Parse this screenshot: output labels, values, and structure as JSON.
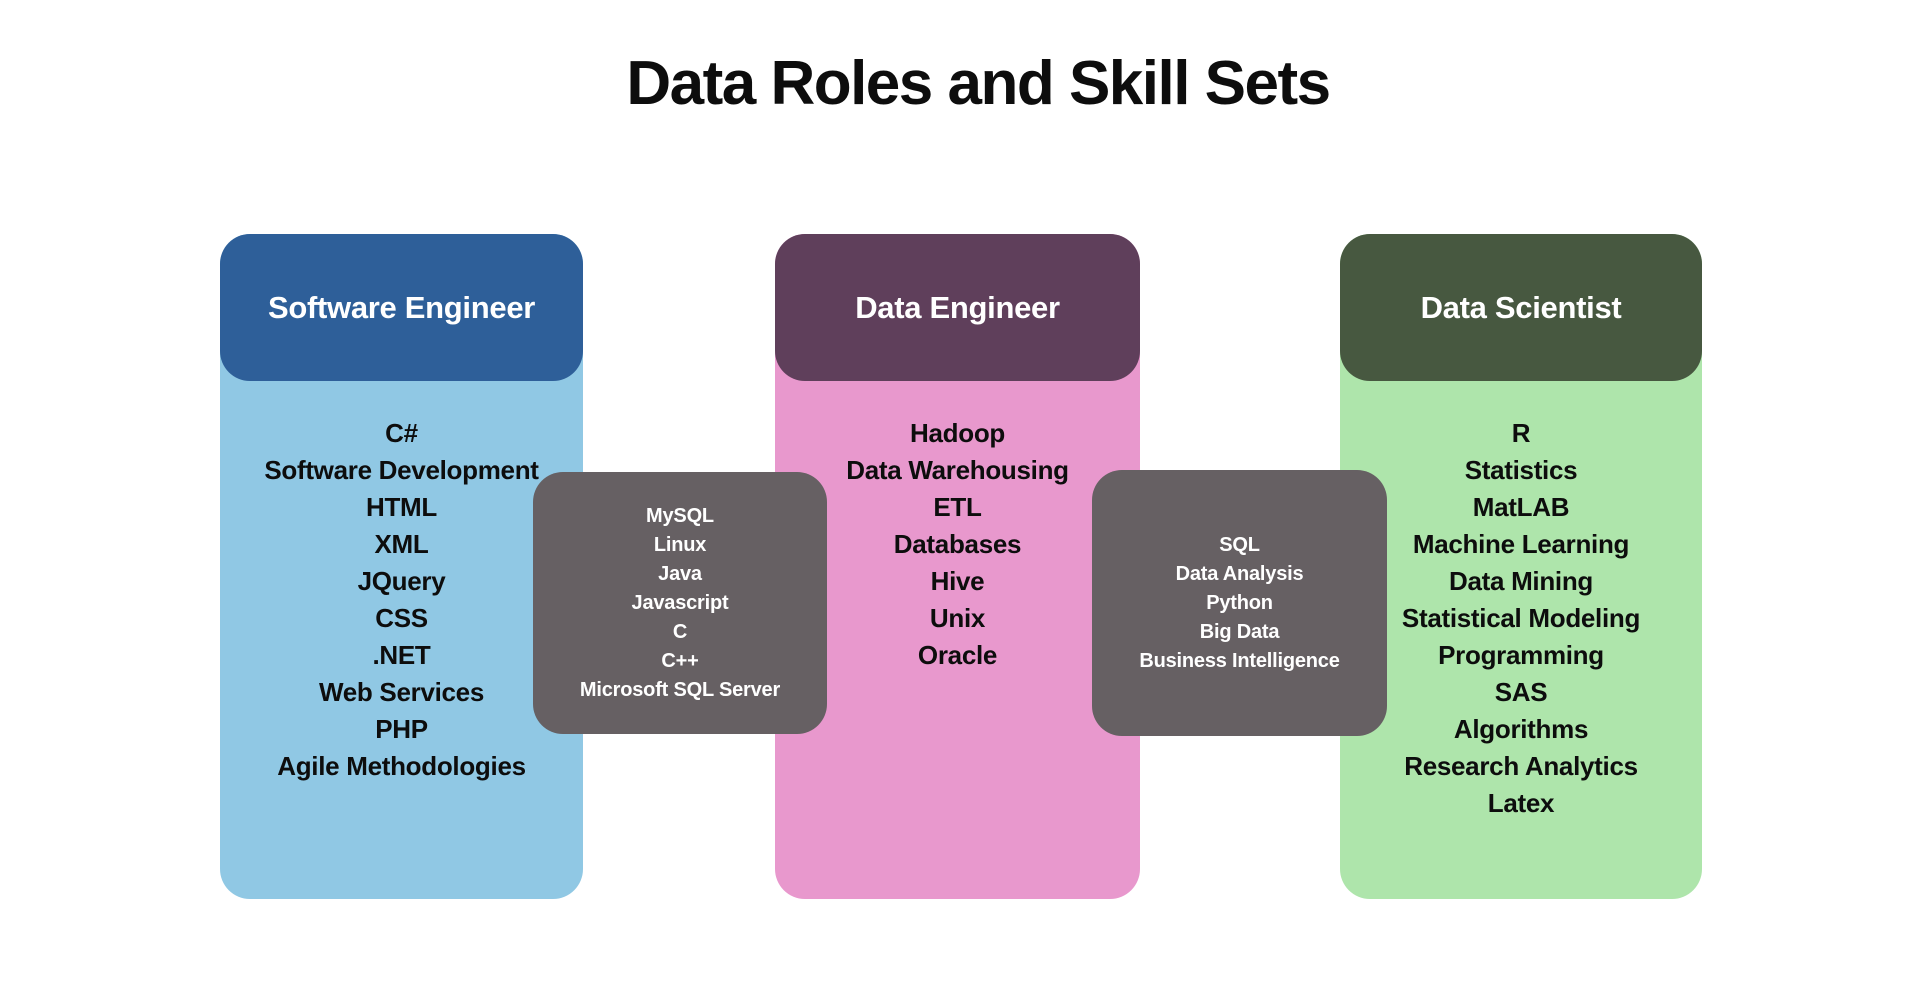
{
  "page": {
    "title": "Data Roles and Skill Sets",
    "background_color": "#ffffff",
    "text_color": "#0d0d0d"
  },
  "roles": [
    {
      "name": "Software Engineer",
      "header_color": "#2e5f99",
      "body_color": "#90c8e4",
      "skills": [
        "C#",
        "Software Development",
        "HTML",
        "XML",
        "JQuery",
        "CSS",
        ".NET",
        "Web Services",
        "PHP",
        "Agile Methodologies"
      ]
    },
    {
      "name": "Data Engineer",
      "header_color": "#5f3f5b",
      "body_color": "#e898cd",
      "skills": [
        "Hadoop",
        "Data Warehousing",
        "ETL",
        "Databases",
        "Hive",
        "Unix",
        "Oracle"
      ]
    },
    {
      "name": "Data Scientist",
      "header_color": "#475840",
      "body_color": "#aee5ab",
      "skills": [
        "R",
        "Statistics",
        "MatLAB",
        "Machine Learning",
        "Data Mining",
        "Statistical Modeling",
        "Programming",
        "SAS",
        "Algorithms",
        "Research Analytics",
        "Latex"
      ]
    }
  ],
  "shared_skill_boxes": [
    {
      "box_color": "#666063",
      "text_color": "#ffffff",
      "skills": [
        "MySQL",
        "Linux",
        "Java",
        "Javascript",
        "C",
        "C++",
        "Microsoft SQL Server"
      ]
    },
    {
      "box_color": "#666063",
      "text_color": "#ffffff",
      "skills": [
        "SQL",
        "Data Analysis",
        "Python",
        "Big Data",
        "Business Intelligence"
      ]
    }
  ]
}
